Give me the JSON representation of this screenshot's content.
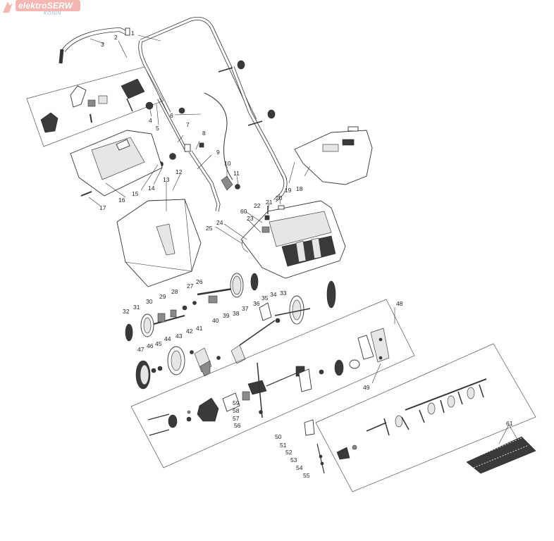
{
  "logo": {
    "brand": "elektroSERW",
    "city": "KONIN",
    "colors": {
      "badge": "#f4b6b1",
      "text": "#ffffff",
      "city": "#9ab6e0"
    }
  },
  "callouts": {
    "c1": "1",
    "c2": "2",
    "c3": "3",
    "c4": "4",
    "c5": "5",
    "c6": "6",
    "c7": "7",
    "c8": "8",
    "c9": "9",
    "c10": "10",
    "c11": "11",
    "c12": "12",
    "c13": "13",
    "c14": "14",
    "c15": "15",
    "c16": "16",
    "c17": "17",
    "c18": "18",
    "c19": "19",
    "c20": "20",
    "c21": "21",
    "c22": "22",
    "c23": "23",
    "c24": "24",
    "c25": "25",
    "c26": "26",
    "c27": "27",
    "c28": "28",
    "c29": "29",
    "c30": "30",
    "c31": "31",
    "c32": "32",
    "c33": "33",
    "c34": "34",
    "c35": "35",
    "c36": "36",
    "c37": "37",
    "c38": "38",
    "c39": "39",
    "c40": "40",
    "c41": "41",
    "c42": "42",
    "c43": "43",
    "c44": "44",
    "c45": "45",
    "c46": "46",
    "c47": "47",
    "c48": "48",
    "c49": "49",
    "c50": "50",
    "c51": "51",
    "c52": "52",
    "c53": "53",
    "c54": "54",
    "c55": "55",
    "c56": "56",
    "c57": "57",
    "c58": "58",
    "c59": "59",
    "c60": "60",
    "c61": "61"
  }
}
